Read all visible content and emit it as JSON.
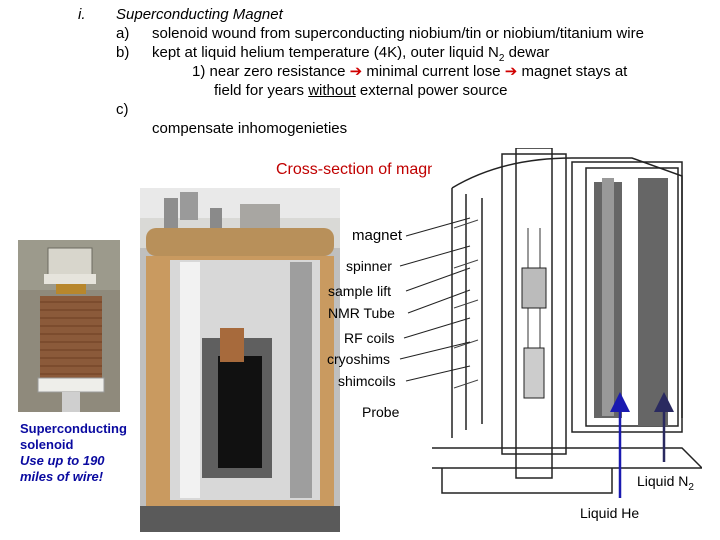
{
  "list": {
    "marker": "i.",
    "heading": "Superconducting Magnet",
    "a_marker": "a)",
    "a_text": "solenoid wound from superconducting niobium/tin or niobium/titanium wire",
    "b_marker": "b)",
    "b_text_before_sub": "kept at liquid helium temperature (4K), outer liquid N",
    "b_sub": "2",
    "b_text_after_sub": " dewar",
    "b1_part1": "1)  near zero resistance ",
    "b1_part2": " minimal current lose ",
    "b1_part3": " magnet stays at",
    "b1_line2_before": "field for years ",
    "b1_line2_underlined": "without",
    "b1_line2_after": " external power source",
    "arrow_glyph": "➔",
    "c_marker": "c)",
    "c_text": "compensate inhomogenieties"
  },
  "figure": {
    "title": "Cross-section of magnet",
    "labels": {
      "magnet": "magnet",
      "spinner": "spinner",
      "sample_lift": "sample lift",
      "nmr_tube": "NMR Tube",
      "rf_coils": "RF coils",
      "cryoshims": "cryoshims",
      "shimcoils": "shimcoils",
      "probe": "Probe",
      "liquid_n2": "Liquid N",
      "liquid_n2_sub": "2",
      "liquid_he": "Liquid He"
    }
  },
  "caption": {
    "line1": "Superconducting",
    "line2": "solenoid",
    "line3": "Use up to 190",
    "line4": "miles of wire!"
  },
  "colors": {
    "title_red": "#c00000",
    "caption_blue": "#0a0aa0",
    "arrow_blue": "#1a1ab0",
    "arrow_dark": "#2a2a60"
  }
}
